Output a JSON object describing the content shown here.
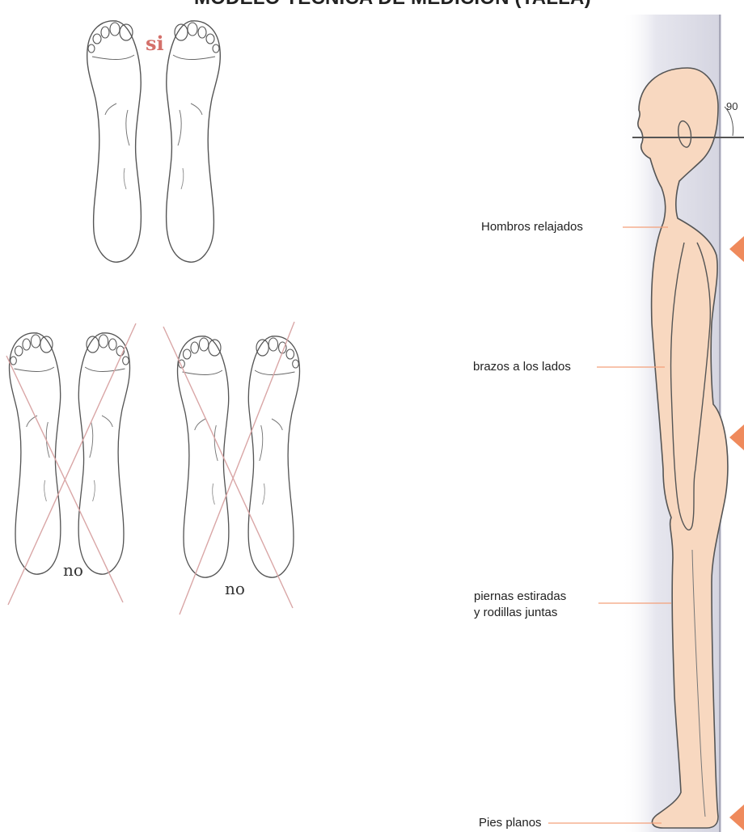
{
  "title": "MODELO TÉCNICA DE MEDICIÓN (TALLA)",
  "feet": {
    "correct_label": "si",
    "incorrect_label_1": "no",
    "incorrect_label_2": "no"
  },
  "figure": {
    "angle_label": "90",
    "labels": {
      "shoulders": "Hombros relajados",
      "arms": "brazos a los lados",
      "legs_line1": "piernas estiradas",
      "legs_line2": "y rodillas juntas",
      "feet": "Pies planos"
    }
  },
  "colors": {
    "wall": "#dcdce6",
    "skin": "#f8d8c0",
    "outline": "#555555",
    "pointer": "#f4a07a",
    "marker": "#ef8a5c",
    "cross": "#d9a6a6",
    "si_text": "#d4706a"
  }
}
